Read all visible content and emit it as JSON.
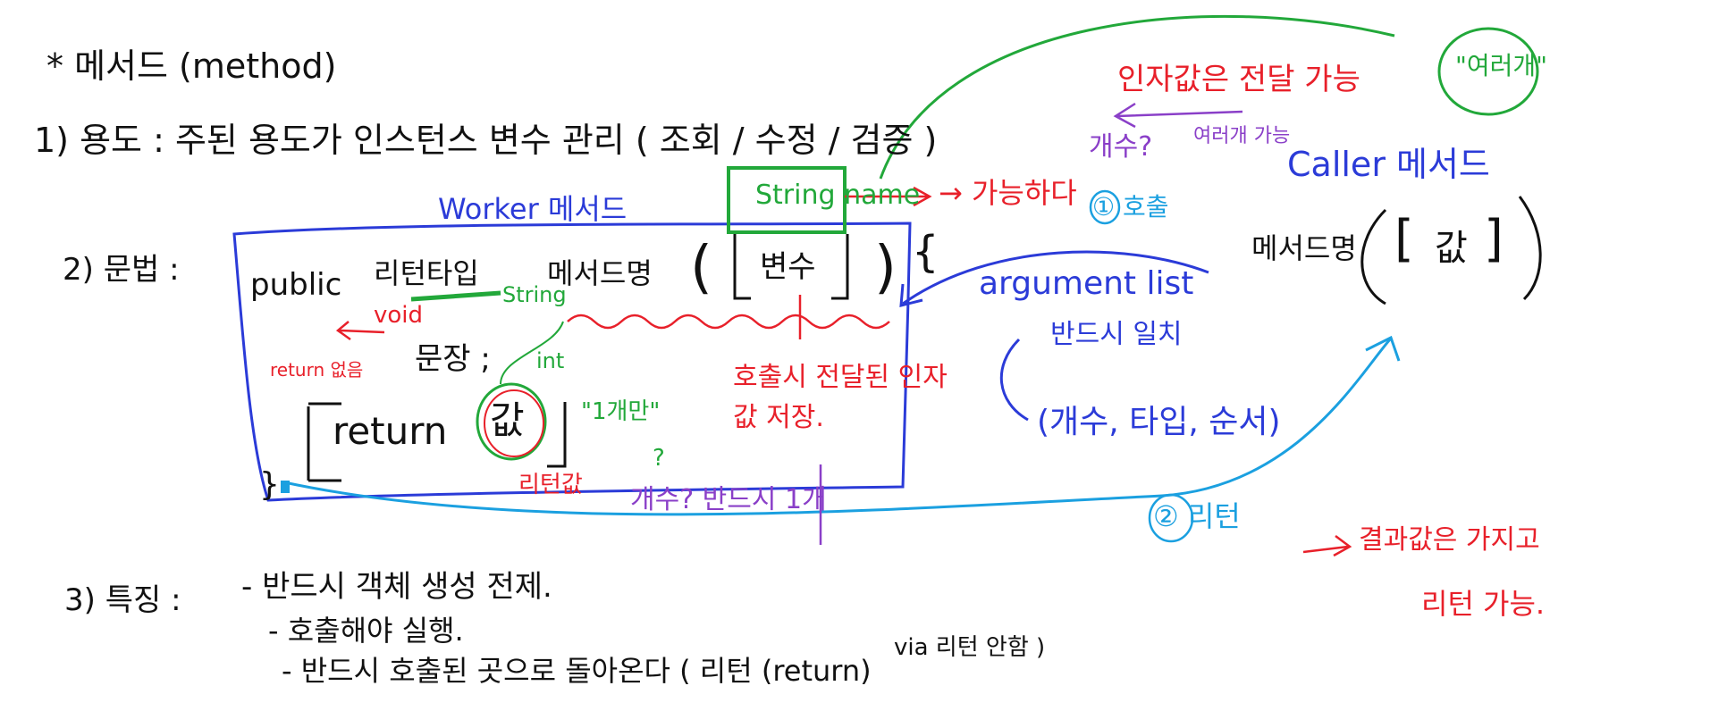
{
  "colors": {
    "black_ink": "#111111",
    "red_ink": "#e8202a",
    "blue_ink": "#2b3bd8",
    "green_ink": "#22a83a",
    "purple_ink": "#8a3fc8",
    "cyan_ink": "#1ba0e0"
  },
  "title": "* 메서드 (method)",
  "sections": {
    "usage": "1) 용도 : 주된 용도가 인스턴스 변수 관리 ( 조회 / 수정 / 검증 )",
    "syntax": "2) 문법 :",
    "features": {
      "label": "3) 특징 :",
      "items": [
        "- 반드시 객체 생성 전제.",
        "- 호출해야 실행.",
        "- 반드시 호출된 곳으로 돌아온다 ( 리턴 (return)",
        "via 리턴 안함 )"
      ]
    }
  },
  "worker": {
    "label": "Worker 메서드",
    "code_public": "public",
    "code_return_type": "리턴타입",
    "code_method_name": "메서드명",
    "code_param": "변수",
    "code_open_paren": "(",
    "code_close_paren": ")",
    "code_brace_open": "{",
    "code_brace_close": "}",
    "code_statement": "문장 ;",
    "code_return": "return",
    "code_value": "값",
    "note_void": "void",
    "note_string": "String",
    "note_int": "int",
    "note_return_none": "return 없음",
    "note_return_value": "리턴값",
    "note_count_q": "개수? 반드시 1개",
    "note_single": "\"1개만\"",
    "note_question": "?",
    "note_call_store": "호출시 전달된 인자값 저장."
  },
  "caller": {
    "label": "Caller 메서드",
    "method": "메서드명",
    "open_bracket": "[",
    "arg_value": "값",
    "close_bracket": "]",
    "argument_list": "argument list",
    "arg_must_match": "반드시 일치",
    "arg_detail": "(개수, 타입, 순서)",
    "step1": "① 호출",
    "step2": "② 리턴",
    "note_pass_args": "인자값은 전달 가능",
    "note_multi": "\"여러개\"",
    "note_count": "개수?",
    "note_multi_possible": "여러개 가능",
    "note_string_name": "String name",
    "note_possible": "→ 가능하다",
    "note_result_value": "결과값은 가지고",
    "note_return_possible": "리턴 가능."
  }
}
